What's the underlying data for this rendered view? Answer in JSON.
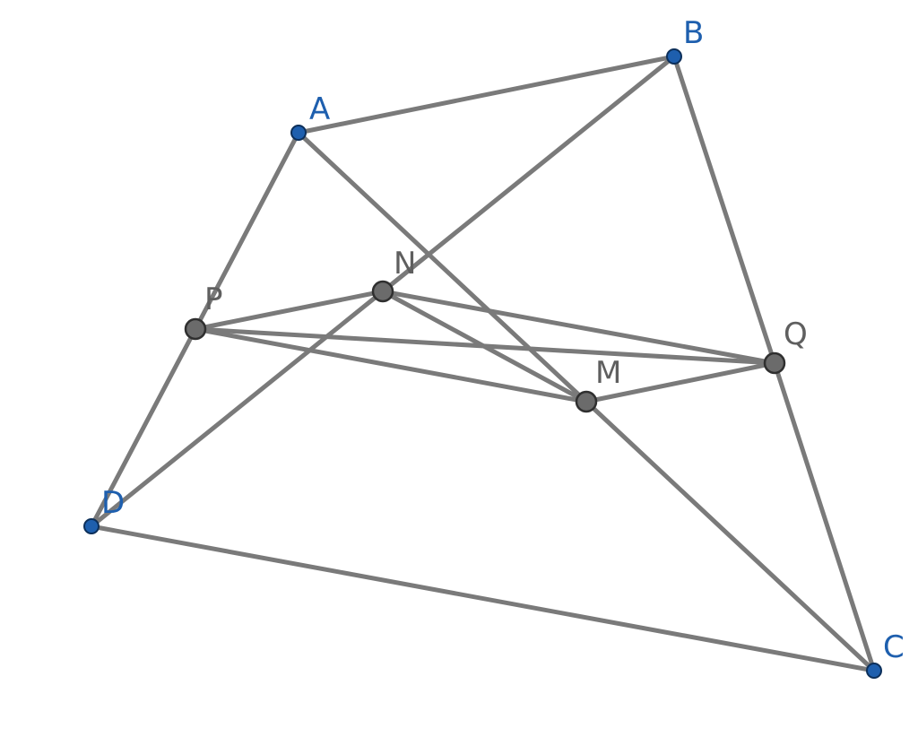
{
  "points": {
    "A": {
      "label": "A",
      "kind": "free"
    },
    "B": {
      "label": "B",
      "kind": "free"
    },
    "C": {
      "label": "C",
      "kind": "free"
    },
    "D": {
      "label": "D",
      "kind": "free"
    },
    "P": {
      "label": "P",
      "kind": "dependent"
    },
    "Q": {
      "label": "Q",
      "kind": "dependent"
    },
    "M": {
      "label": "M",
      "kind": "dependent"
    },
    "N": {
      "label": "N",
      "kind": "dependent"
    }
  },
  "segments": [
    [
      "A",
      "B"
    ],
    [
      "B",
      "Q"
    ],
    [
      "Q",
      "C"
    ],
    [
      "C",
      "D"
    ],
    [
      "D",
      "P"
    ],
    [
      "P",
      "A"
    ],
    [
      "A",
      "M"
    ],
    [
      "M",
      "C"
    ],
    [
      "B",
      "N"
    ],
    [
      "N",
      "D"
    ],
    [
      "P",
      "N"
    ],
    [
      "P",
      "M"
    ],
    [
      "P",
      "Q"
    ],
    [
      "N",
      "Q"
    ],
    [
      "N",
      "M"
    ],
    [
      "M",
      "Q"
    ]
  ],
  "colors": {
    "free_point": "#1e5fae",
    "dependent_point": "#6b6b6b",
    "segment": "#7a7a7a"
  }
}
